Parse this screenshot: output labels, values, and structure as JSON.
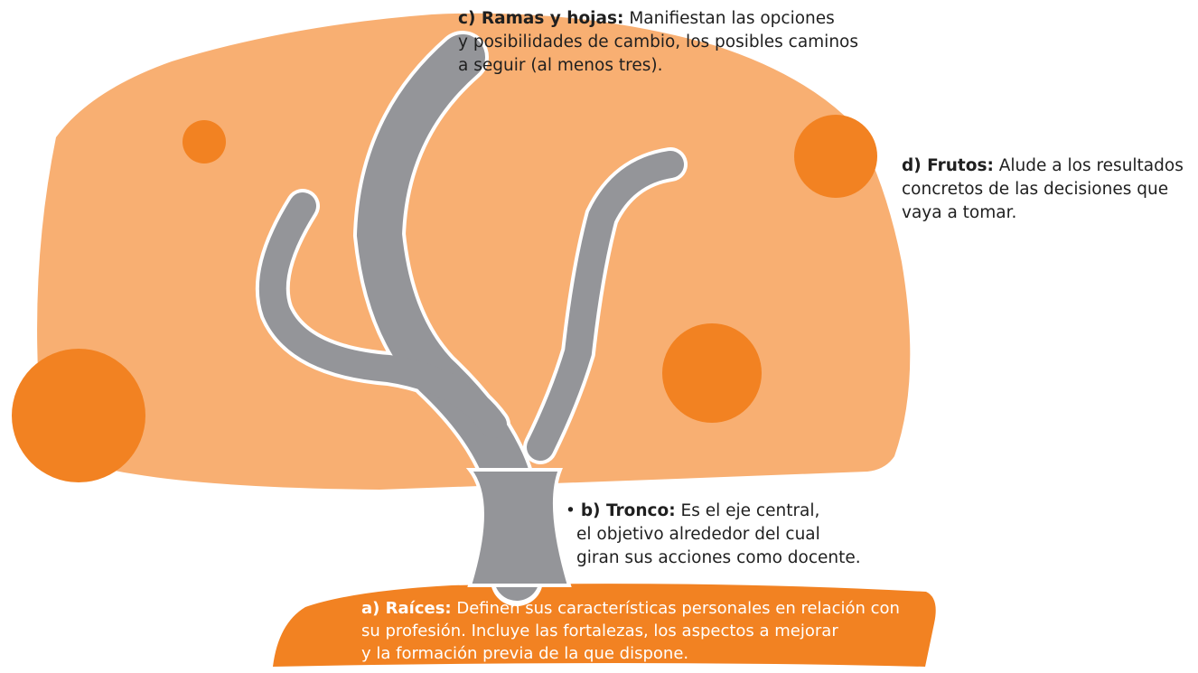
{
  "colors": {
    "canopy": "#f8af72",
    "fruit": "#f28222",
    "trunk": "#949599",
    "outline": "#ffffff",
    "text": "#1f1f1f",
    "roots_text": "#ffffff"
  },
  "labels": {
    "branches": {
      "title": "c) Ramas y hojas:",
      "line1": "Manifiestan las opciones",
      "line2": "y posibilidades de cambio, los posibles caminos",
      "line3": "a seguir (al menos tres)."
    },
    "fruits": {
      "title": "d) Frutos:",
      "line1": "Alude a los resultados",
      "line2": "concretos de las decisiones que",
      "line3": "vaya a tomar."
    },
    "trunk": {
      "bullet": "•",
      "title": "b) Tronco:",
      "line1": "Es el eje central,",
      "line2": "el objetivo alrededor del cual",
      "line3": "giran sus acciones como docente."
    },
    "roots": {
      "title": "a) Raíces:",
      "line1": "Definen sus características personales en relación con",
      "line2": "su profesión. Incluye las fortalezas, los aspectos a mejorar",
      "line3": "y la formación previa de la que dispone."
    }
  }
}
